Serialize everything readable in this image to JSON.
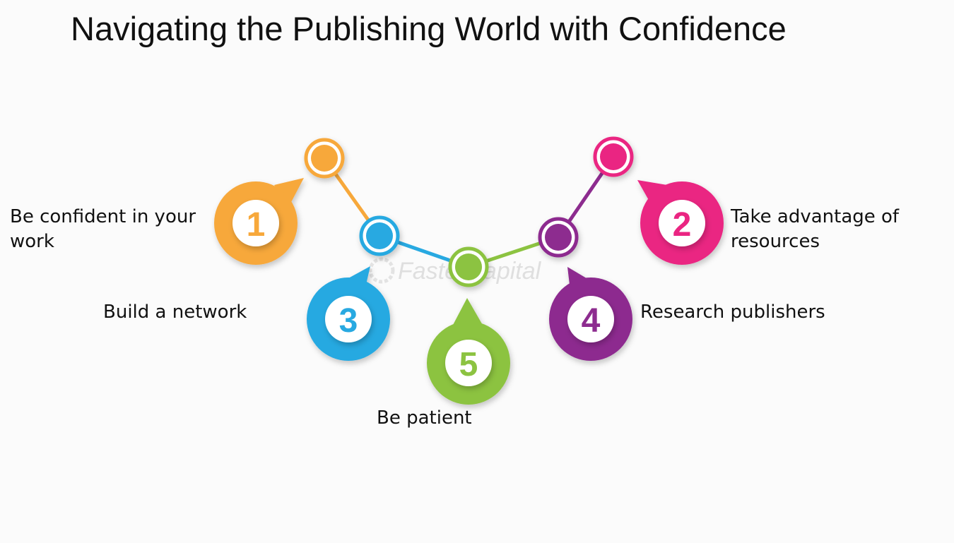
{
  "title": "Navigating the Publishing World with Confidence",
  "watermark": "FasterCapital",
  "steps": [
    {
      "number": "1",
      "label": "Be confident in your work",
      "color": "#f7a83b"
    },
    {
      "number": "2",
      "label": "Take advantage of resources",
      "color": "#ea2582"
    },
    {
      "number": "3",
      "label": "Build a network",
      "color": "#28a9e1"
    },
    {
      "number": "4",
      "label": "Research publishers",
      "color": "#8d2c8f"
    },
    {
      "number": "5",
      "label": "Be patient",
      "color": "#8cc341"
    }
  ]
}
